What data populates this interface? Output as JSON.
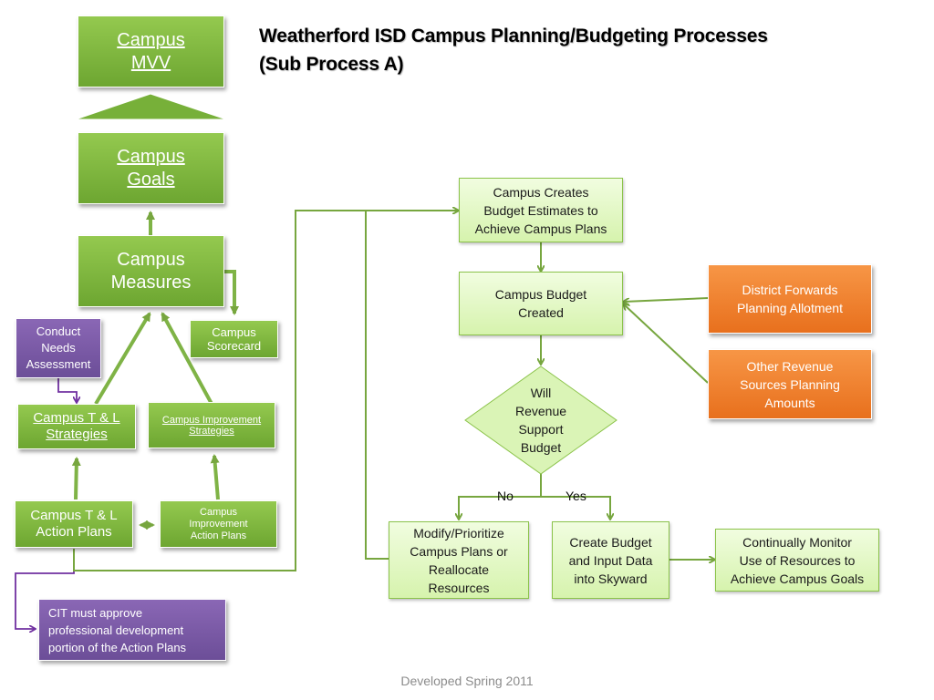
{
  "title": {
    "line1": "Weatherford ISD Campus Planning/Budgeting Processes",
    "line2": "(Sub Process A)"
  },
  "left": {
    "mvv": {
      "line1": "Campus",
      "line2": "MVV"
    },
    "goals": {
      "line1": "Campus",
      "line2": "Goals"
    },
    "measures": {
      "line1": "Campus",
      "line2": "Measures"
    },
    "scorecard": {
      "line1": "Campus",
      "line2": "Scorecard"
    },
    "needs": {
      "line1": "Conduct",
      "line2": "Needs",
      "line3": "Assessment"
    },
    "tl_strategies": {
      "line1": "Campus T & L",
      "line2": "Strategies"
    },
    "improve_strategies": {
      "line1": "Campus Improvement",
      "line2": "Strategies"
    },
    "tl_action": {
      "line1": "Campus T & L",
      "line2": "Action Plans"
    },
    "improve_action": {
      "line1": "Campus",
      "line2": "Improvement",
      "line3": "Action Plans"
    },
    "cit": {
      "line1": "CIT must approve",
      "line2": "professional development",
      "line3": "portion of the Action Plans"
    }
  },
  "flow": {
    "estimates": {
      "line1": "Campus Creates",
      "line2": "Budget Estimates to",
      "line3": "Achieve Campus Plans"
    },
    "created": {
      "line1": "Campus Budget",
      "line2": "Created"
    },
    "district": {
      "line1": "District Forwards",
      "line2": "Planning Allotment"
    },
    "other": {
      "line1": "Other Revenue",
      "line2": "Sources Planning",
      "line3": "Amounts"
    },
    "decision": {
      "line1": "Will",
      "line2": "Revenue",
      "line3": "Support",
      "line4": "Budget"
    },
    "no_label": "No",
    "yes_label": "Yes",
    "modify": {
      "line1": "Modify/Prioritize",
      "line2": "Campus Plans or",
      "line3": "Reallocate",
      "line4": "Resources"
    },
    "skyward": {
      "line1": "Create Budget",
      "line2": "and Input Data",
      "line3": "into Skyward"
    },
    "monitor": {
      "line1": "Continually Monitor",
      "line2": "Use of Resources to",
      "line3": "Achieve Campus Goals"
    }
  },
  "footer": "Developed Spring 2011",
  "colors": {
    "green": "#77b039",
    "light_green": "#e3f8c4",
    "orange": "#f07e26",
    "purple": "#7a5aa6",
    "connector_green": "#77a63f",
    "connector_purple": "#7030a0"
  }
}
